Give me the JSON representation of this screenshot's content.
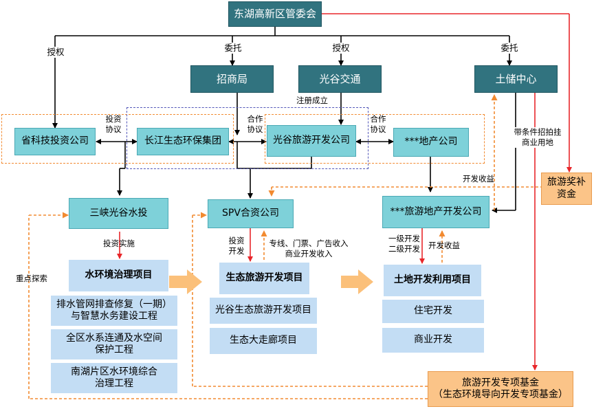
{
  "nodes": {
    "top": "东湖高新区管委会",
    "zhaoshang": "招商局",
    "guanggu_jiaotong": "光谷交通",
    "tuchu": "土储中心",
    "shengkeji": "省科技投资公司",
    "changjiang": "长江生态环保集团",
    "guanggu_lvyou": "光谷旅游开发公司",
    "dichan": "***地产公司",
    "sanxia": "三峡光谷水投",
    "spv": "SPV合资公司",
    "lvyou_dichan": "***旅游地产开发公司",
    "lvyou_jiangbu": "旅游奖补\n资金",
    "shui_huanjing": "水环境治理项目",
    "shengtai_lvyou": "生态旅游开发项目",
    "tudi": "土地开发利用项目",
    "paishui": "排水管网排查修复（一期）\n与智慧水务建设工程",
    "shuixi": "全区水系连通及水空间\n保护工程",
    "nanhu": "南湖片区水环境综合\n治理工程",
    "guanggu_shengtai": "光谷生态旅游开发项目",
    "dazoulang": "生态大走廊项目",
    "zhuzhai": "住宅开发",
    "shangye": "商业开发",
    "jijin": "旅游开发专项基金\n（生态环境导向开发专项基金）"
  },
  "labels": {
    "shouquan_left": "授权",
    "weituo_1": "委托",
    "shouquan_mid": "授权",
    "weituo_2": "委托",
    "zhuce": "注册成立",
    "touzi_xieyi": "投资\n协议",
    "hezuo_1": "合作\n协议",
    "hezuo_2": "合作\n协议",
    "daitiaojian": "带条件招拍挂\n商业用地",
    "kaifa_shouyi_top": "开发收益",
    "touzi_shishi": "投资实施",
    "touzi_kaifa": "投资\n开发",
    "zhuanxian": "专线、门票、广告收入\n商业开发收入",
    "yiji": "一级开发\n二级开发",
    "kaifa_shouyi": "开发收益",
    "zhongdian": "重点探索"
  },
  "colors": {
    "dark_box": "#31737f",
    "light_box": "#7ed1d9",
    "pale_box": "#c3ddf4",
    "orange_box": "#fbc488",
    "red_arrow": "#e8262a",
    "orange_dash": "#f28a30",
    "purple_dash": "#5256b8"
  }
}
